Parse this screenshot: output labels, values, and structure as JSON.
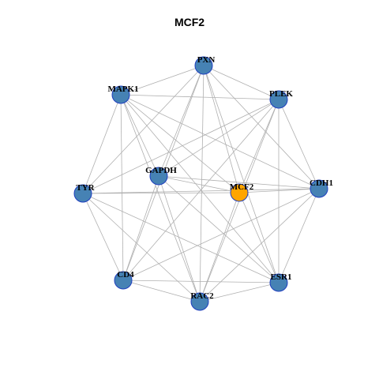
{
  "title": "MCF2",
  "colors": {
    "node": "#4682b4",
    "hub": "#ffa500",
    "edge": "#b0b0b0",
    "node_border": "#1f3fbf"
  },
  "nodes": [
    {
      "id": "PXN",
      "label": "PXN",
      "hub": false
    },
    {
      "id": "MAPK1",
      "label": "MAPK1",
      "hub": false
    },
    {
      "id": "PLEK",
      "label": "PLEK",
      "hub": false
    },
    {
      "id": "GAPDH",
      "label": "GAPDH",
      "hub": false
    },
    {
      "id": "MCF2",
      "label": "MCF2",
      "hub": true
    },
    {
      "id": "CDH1",
      "label": "CDH1",
      "hub": false
    },
    {
      "id": "TYR",
      "label": "TYR",
      "hub": false
    },
    {
      "id": "CD4",
      "label": "CD4",
      "hub": false
    },
    {
      "id": "ESR1",
      "label": "ESR1",
      "hub": false
    },
    {
      "id": "RAC2",
      "label": "RAC2",
      "hub": false
    }
  ],
  "edges": [
    [
      "PXN",
      "MAPK1"
    ],
    [
      "PXN",
      "PLEK"
    ],
    [
      "PXN",
      "GAPDH"
    ],
    [
      "PXN",
      "MCF2"
    ],
    [
      "PXN",
      "CDH1"
    ],
    [
      "PXN",
      "TYR"
    ],
    [
      "PXN",
      "CD4"
    ],
    [
      "PXN",
      "ESR1"
    ],
    [
      "PXN",
      "RAC2"
    ],
    [
      "MAPK1",
      "PLEK"
    ],
    [
      "MAPK1",
      "GAPDH"
    ],
    [
      "MAPK1",
      "MCF2"
    ],
    [
      "MAPK1",
      "CDH1"
    ],
    [
      "MAPK1",
      "TYR"
    ],
    [
      "MAPK1",
      "CD4"
    ],
    [
      "MAPK1",
      "ESR1"
    ],
    [
      "MAPK1",
      "RAC2"
    ],
    [
      "PLEK",
      "GAPDH"
    ],
    [
      "PLEK",
      "MCF2"
    ],
    [
      "PLEK",
      "CDH1"
    ],
    [
      "PLEK",
      "TYR"
    ],
    [
      "PLEK",
      "CD4"
    ],
    [
      "PLEK",
      "ESR1"
    ],
    [
      "PLEK",
      "RAC2"
    ],
    [
      "GAPDH",
      "MCF2"
    ],
    [
      "GAPDH",
      "CDH1"
    ],
    [
      "GAPDH",
      "CD4"
    ],
    [
      "GAPDH",
      "ESR1"
    ],
    [
      "GAPDH",
      "RAC2"
    ],
    [
      "MCF2",
      "CDH1"
    ],
    [
      "MCF2",
      "TYR"
    ],
    [
      "MCF2",
      "ESR1"
    ],
    [
      "MCF2",
      "RAC2"
    ],
    [
      "CDH1",
      "TYR"
    ],
    [
      "CDH1",
      "CD4"
    ],
    [
      "CDH1",
      "ESR1"
    ],
    [
      "CDH1",
      "RAC2"
    ],
    [
      "TYR",
      "CD4"
    ],
    [
      "TYR",
      "ESR1"
    ],
    [
      "TYR",
      "RAC2"
    ],
    [
      "CD4",
      "ESR1"
    ],
    [
      "CD4",
      "RAC2"
    ],
    [
      "ESR1",
      "RAC2"
    ]
  ]
}
